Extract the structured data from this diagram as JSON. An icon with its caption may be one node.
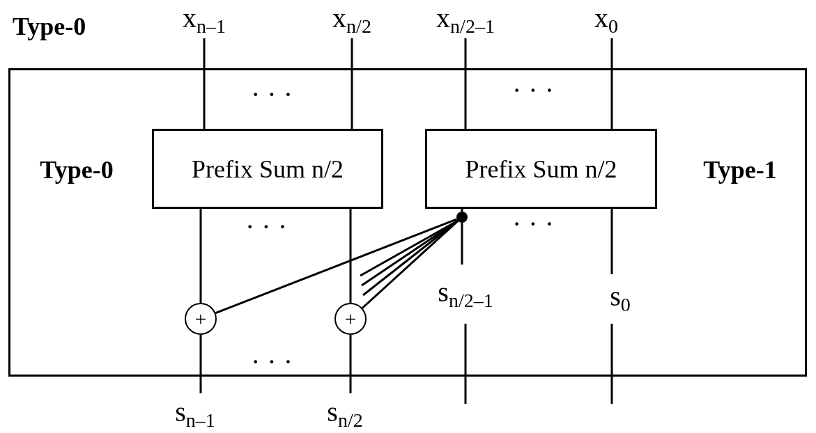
{
  "diagram": {
    "nodes": [
      {
        "text": [
          "Type-0"
        ]
      },
      {
        "text": [
          "Prefix Sum n/2"
        ],
        "in": 0
      },
      {
        "text": [
          "Prefix Sum n/2"
        ],
        "in": 0
      },
      {
        "text": [
          "+"
        ],
        "in": 0
      },
      {
        "text": [
          "+"
        ],
        "in": 0
      },
      {
        "text": [],
        "shape": "circle",
        "in": 0
      },
      {
        "text": [
          "x$_{n–1}$"
        ]
      },
      {
        "text": [
          "x$_{n/2}$"
        ]
      },
      {
        "text": [
          "x$_{n/2–1}$"
        ]
      },
      {
        "text": [
          "x$_{0}$"
        ]
      },
      {
        "text": [
          "s$_{n/2–1}$"
        ],
        "in": 0
      },
      {
        "text": [
          "s$_{0}$"
        ],
        "in": 0
      },
      {
        "text": [
          "s$_{n–1}$"
        ]
      },
      {
        "text": [
          "s$_{n/2}$"
        ]
      }
    ],
    "edges": [
      {
        "from": 6,
        "to": 1,
        "arrow": "none"
      },
      {
        "from": 7,
        "to": 1,
        "arrow": "none"
      },
      {
        "from": 8,
        "to": 2,
        "arrow": "none"
      },
      {
        "from": 9,
        "to": 2,
        "arrow": "none"
      },
      {
        "from": 1,
        "to": 3,
        "arrow": "none"
      },
      {
        "from": 1,
        "to": 4,
        "arrow": "none"
      },
      {
        "from": 2,
        "to": 5,
        "arrow": "none"
      },
      {
        "from": 5,
        "to": 10,
        "arrow": "none"
      },
      {
        "from": 2,
        "to": 11,
        "arrow": "none"
      },
      {
        "from": 5,
        "to": 3,
        "arrow": "none"
      },
      {
        "from": 5,
        "to": 4,
        "arrow": "none"
      },
      {
        "from": 3,
        "to": 12,
        "arrow": "none"
      },
      {
        "from": 4,
        "to": 13,
        "arrow": "none"
      }
    ],
    "labels": [
      "· · ·",
      "· · ·",
      "Type-0",
      "Type-1",
      "· · ·",
      "· · ·",
      "· · ·"
    ]
  }
}
